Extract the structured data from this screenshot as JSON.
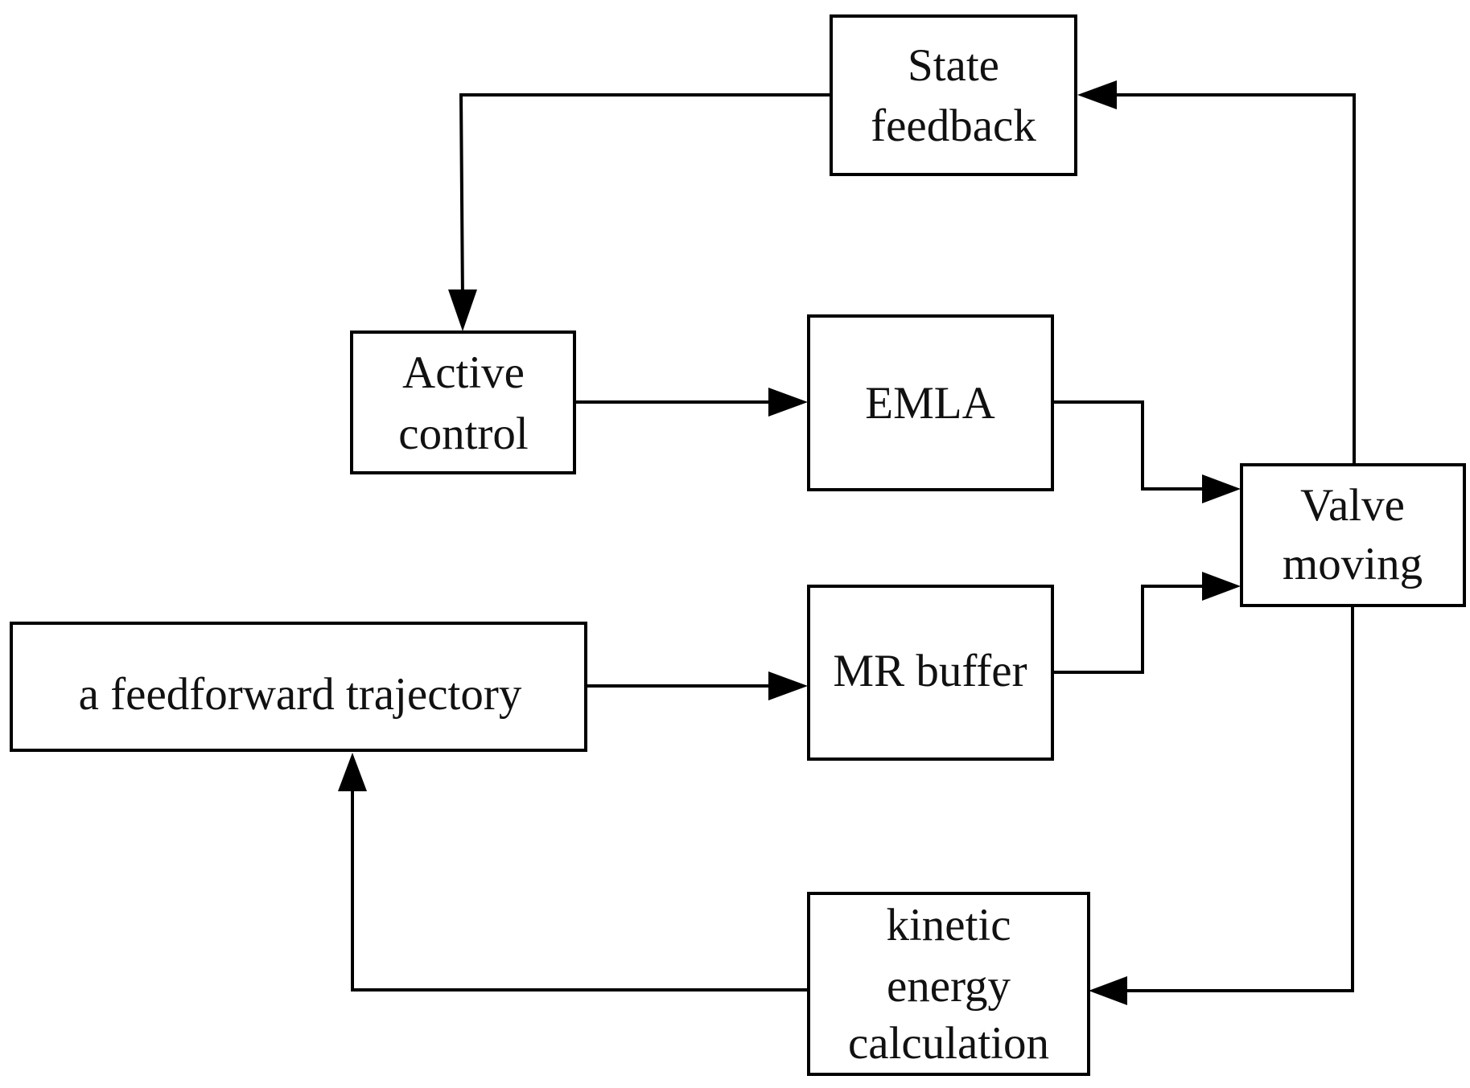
{
  "blocks": {
    "state_feedback": [
      "State",
      "feedback"
    ],
    "active_control": [
      "Active",
      "control"
    ],
    "emla": [
      "EMLA"
    ],
    "valve_moving": [
      "Valve",
      "moving"
    ],
    "feedforward": [
      "a feedforward trajectory"
    ],
    "mr_buffer": [
      "MR buffer"
    ],
    "kinetic": [
      "kinetic",
      "energy",
      "calculation"
    ]
  },
  "colors": {
    "stroke": "#000000",
    "text": "#111111",
    "background": "#ffffff"
  }
}
